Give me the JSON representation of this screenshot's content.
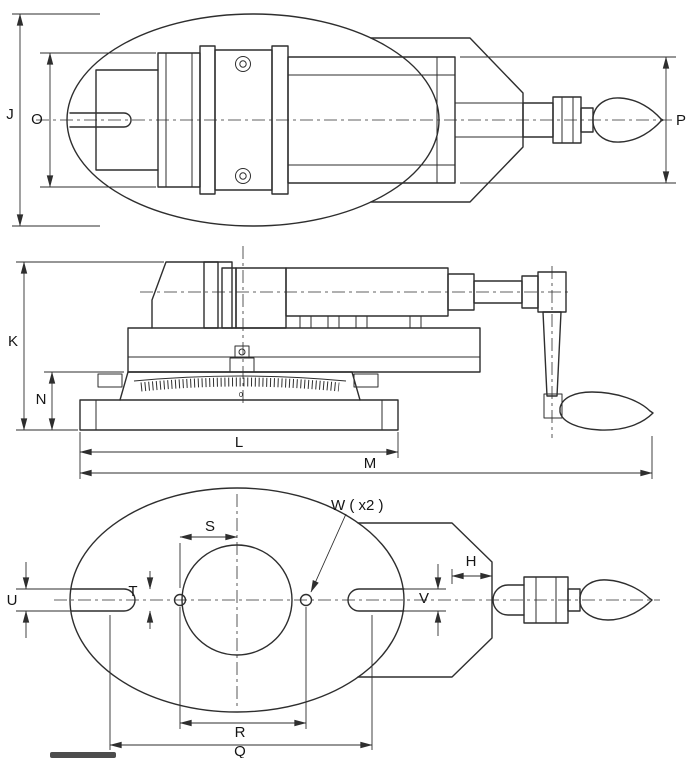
{
  "drawing": {
    "background": "#ffffff",
    "ink": "#2e2e2e",
    "views": {
      "top": {
        "dims": {
          "J": "J",
          "O": "O",
          "P": "P"
        }
      },
      "side": {
        "dims": {
          "K": "K",
          "N": "N",
          "L": "L",
          "M": "M"
        },
        "scale_zero": "0"
      },
      "bottom": {
        "dims": {
          "S": "S",
          "W": "W ( x2 )",
          "H": "H",
          "T": "T",
          "U": "U",
          "V": "V",
          "R": "R",
          "Q": "Q"
        }
      }
    }
  }
}
